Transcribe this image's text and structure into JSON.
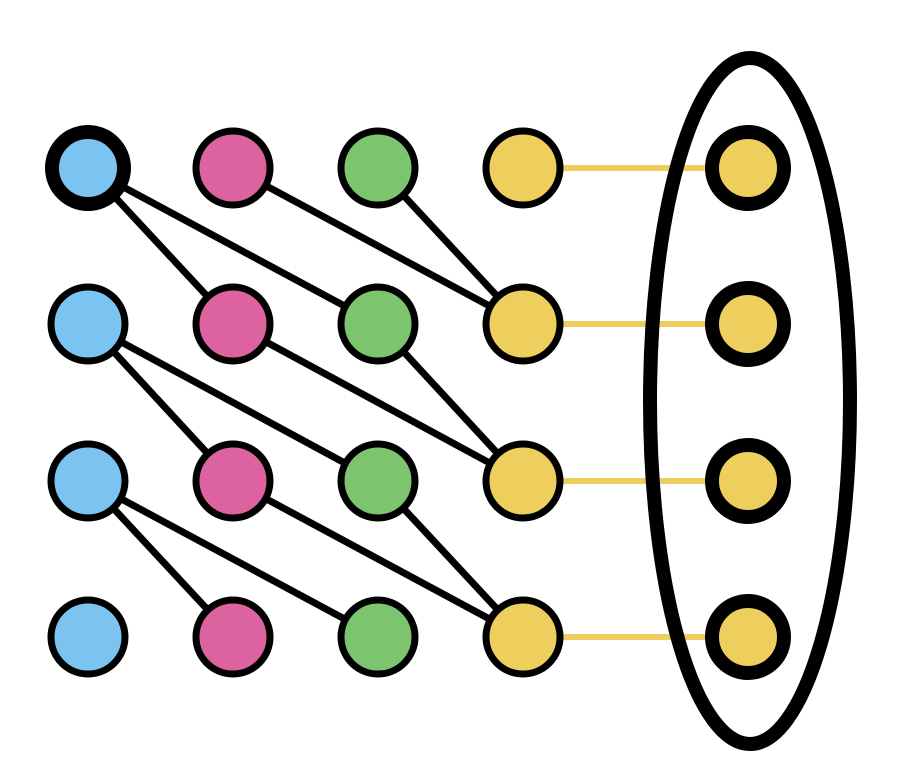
{
  "colors": {
    "background": "#ffffff",
    "outline": "#000000",
    "blue": "#7bc4f2",
    "pink": "#dc62a0",
    "green": "#7dc46f",
    "yellow": "#eecf5e",
    "yellow_link": "#eecf5e"
  },
  "columns": [
    {
      "key": "blue",
      "color": "blue"
    },
    {
      "key": "pink",
      "color": "pink"
    },
    {
      "key": "green",
      "color": "green"
    },
    {
      "key": "yellow",
      "color": "yellow"
    },
    {
      "key": "output",
      "color": "yellow"
    }
  ],
  "rows": 4,
  "highlighted_nodes": [
    "blue-0",
    "output-0",
    "output-1",
    "output-2",
    "output-3"
  ],
  "black_edges": [
    [
      "blue-0",
      "pink-1"
    ],
    [
      "blue-0",
      "green-1"
    ],
    [
      "pink-0",
      "yellow-1"
    ],
    [
      "green-0",
      "yellow-1"
    ],
    [
      "blue-1",
      "pink-2"
    ],
    [
      "blue-1",
      "green-2"
    ],
    [
      "pink-1",
      "yellow-2"
    ],
    [
      "green-1",
      "yellow-2"
    ],
    [
      "blue-2",
      "pink-3"
    ],
    [
      "blue-2",
      "green-3"
    ],
    [
      "pink-2",
      "yellow-3"
    ],
    [
      "green-2",
      "yellow-3"
    ]
  ],
  "yellow_edges": [
    [
      "yellow-0",
      "output-0"
    ],
    [
      "yellow-1",
      "output-1"
    ],
    [
      "yellow-2",
      "output-2"
    ],
    [
      "yellow-3",
      "output-3"
    ]
  ],
  "group": {
    "encloses": "output"
  }
}
